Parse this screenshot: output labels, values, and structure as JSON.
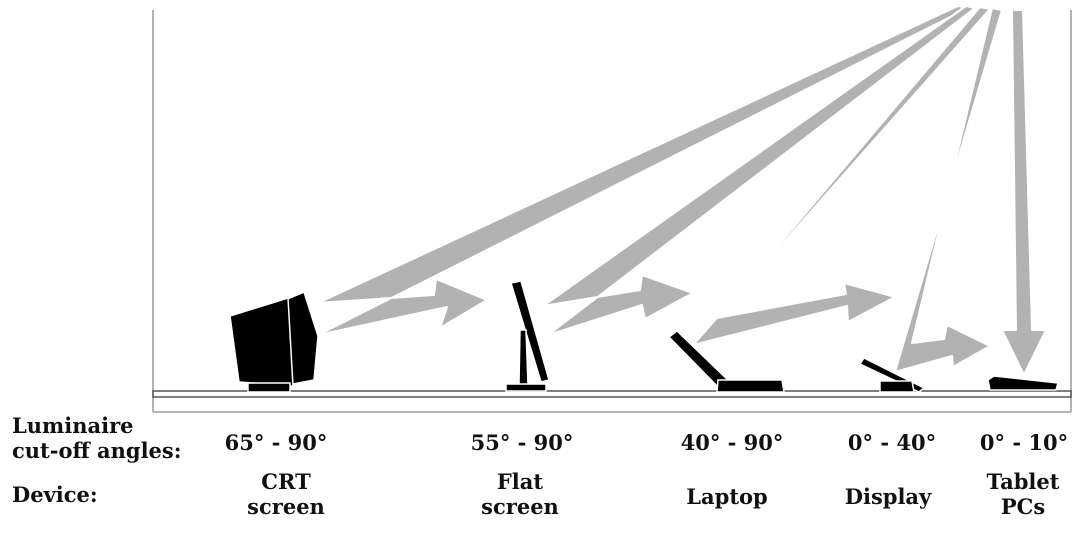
{
  "rows": {
    "angles_title_line1": "Luminaire",
    "angles_title_line2": "cut-off angles:",
    "device_title": "Device:"
  },
  "devices": [
    {
      "key": "crt",
      "angle": "65° - 90°",
      "name_line1": "CRT",
      "name_line2": "screen"
    },
    {
      "key": "flat",
      "angle": "55° - 90°",
      "name_line1": "Flat",
      "name_line2": "screen"
    },
    {
      "key": "laptop",
      "angle": "40° - 90°",
      "name_line1": "Laptop",
      "name_line2": ""
    },
    {
      "key": "display",
      "angle": "0° - 40°",
      "name_line1": "Display",
      "name_line2": ""
    },
    {
      "key": "tablet",
      "angle": "0° - 10°",
      "name_line1": "Tablet",
      "name_line2": "PCs"
    }
  ],
  "colors": {
    "arrow_fill": "#b2b2b2",
    "device_fill": "#000000",
    "line": "#999999"
  }
}
